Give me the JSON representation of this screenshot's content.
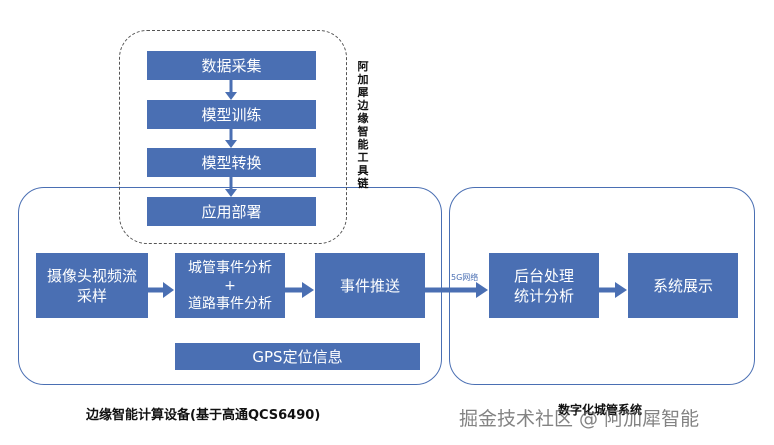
{
  "toolchain": {
    "steps": [
      "数据采集",
      "模型训练",
      "模型转换",
      "应用部署"
    ],
    "label": "阿加犀边缘智能工具链"
  },
  "edge": {
    "capture": "摄像头视频流\n采样",
    "analysis": "城管事件分析\n+\n道路事件分析",
    "push": "事件推送",
    "gps": "GPS定位信息",
    "label": "边缘智能计算设备(基于高通QCS6490)"
  },
  "network_label": "5G网络",
  "city": {
    "backend": "后台处理\n统计分析",
    "display": "系统展示",
    "label": "数字化城管系统"
  },
  "watermark": "掘金技术社区 @ 阿加犀智能",
  "colors": {
    "box": "#4a6fb3",
    "border": "#4a6fb3",
    "text": "#111111"
  }
}
